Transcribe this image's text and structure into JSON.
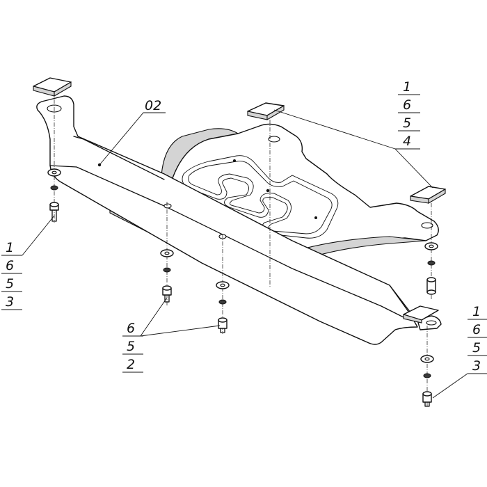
{
  "diagram": {
    "part_label": "02",
    "callout_top_right": [
      "1",
      "6",
      "5",
      "4"
    ],
    "callout_left": [
      "1",
      "6",
      "5",
      "3"
    ],
    "callout_middle": [
      "6",
      "5",
      "2"
    ],
    "callout_bottom_right": [
      "1",
      "6",
      "5",
      "3"
    ]
  }
}
